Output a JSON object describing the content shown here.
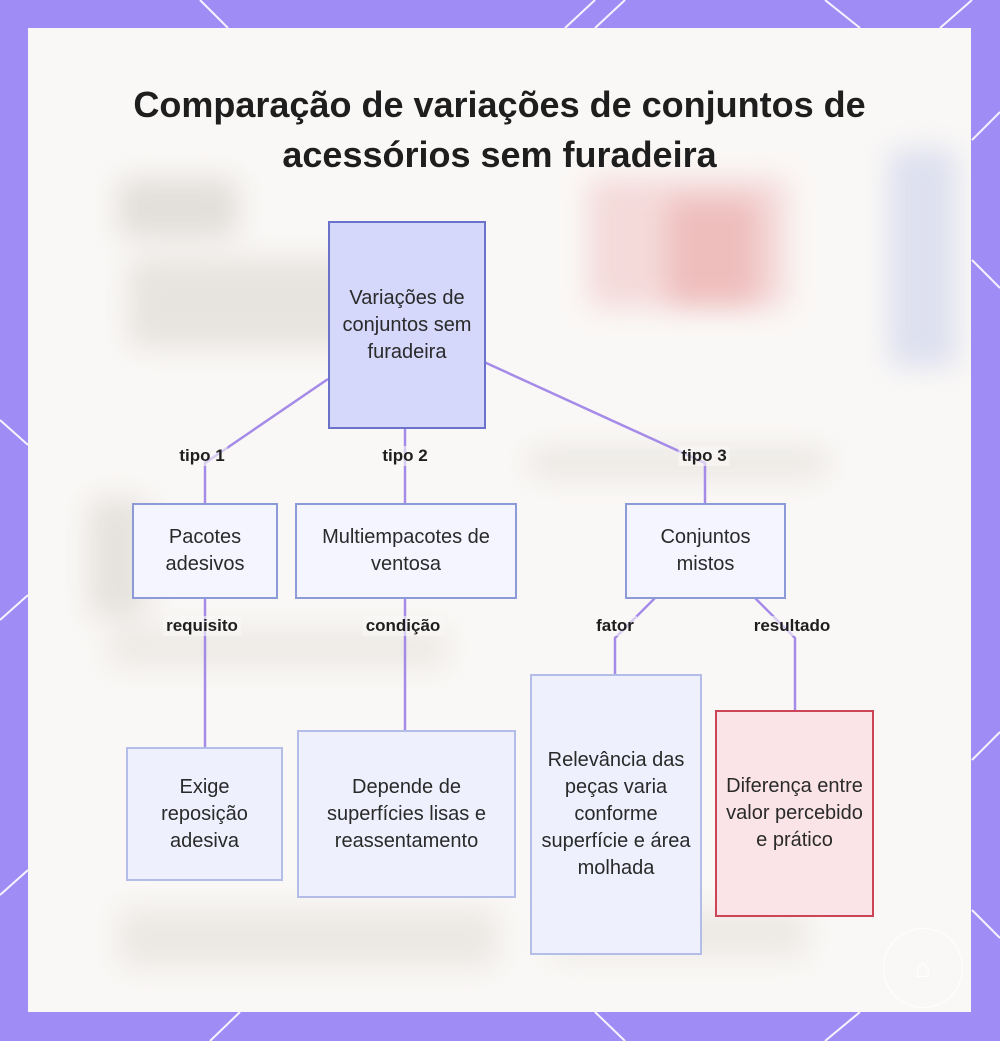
{
  "title": "Comparação de variações de conjuntos de acessórios sem furadeira",
  "colors": {
    "frame": "#a08cf5",
    "panel": "#faf8f6",
    "connector": "#a58be8",
    "root_fill": "#d5d7fb",
    "root_border": "#6a72c9",
    "result_fill": "#fbe4e8",
    "result_border": "#cc4455"
  },
  "nodes": {
    "root": "Variações de conjuntos sem furadeira",
    "adhesive": "Pacotes adesivos",
    "suction": "Multiempacotes de ventosa",
    "mixed": "Conjuntos mistos",
    "adhesive_leaf": "Exige reposição adesiva",
    "suction_leaf": "Depende de superfícies lisas e reassentamento",
    "mixed_factor_leaf": "Relevância das peças varia conforme superfície e área molhada",
    "mixed_result_leaf": "Diferença entre valor percebido e prático"
  },
  "edges": {
    "type1": "tipo 1",
    "type2": "tipo 2",
    "type3": "tipo 3",
    "requirement": "requisito",
    "condition": "condição",
    "factor": "fator",
    "result": "resultado"
  },
  "logo_icon": "brand-mark-icon"
}
